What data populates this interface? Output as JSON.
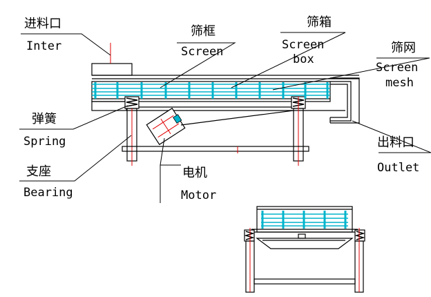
{
  "labels": {
    "inlet_zh": "进料口",
    "inlet_en": "Inter",
    "frame_zh": "筛框",
    "frame_en": "Screen",
    "box_zh": "筛箱",
    "box_en_line1": "Screen",
    "box_en_line2": "box",
    "mesh_zh": "筛网",
    "mesh_en_line1": "Screen",
    "mesh_en_line2": "mesh",
    "spring_zh": "弹簧",
    "spring_en": "Spring",
    "outlet_zh": "出料口",
    "outlet_en": "Outlet",
    "bearing_zh": "支座",
    "bearing_en": "Bearing",
    "motor_zh": "电机",
    "motor_en": "Motor"
  },
  "colors": {
    "line": "#000000",
    "mesh": "#00b4cc",
    "accent": "#e00000"
  }
}
